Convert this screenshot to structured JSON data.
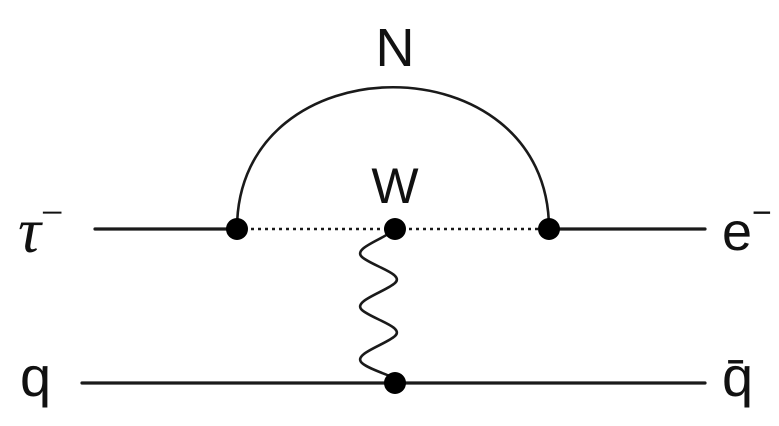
{
  "labels": {
    "incoming_lepton": "τ",
    "incoming_lepton_charge": "−",
    "outgoing_lepton": "e",
    "outgoing_lepton_charge": "−",
    "incoming_quark": "q",
    "outgoing_antiquark": "q̄",
    "heavy_neutrino": "N",
    "w_boson": "W"
  },
  "colors": {
    "line": "#1a1a1a",
    "vertex": "#000000",
    "background": "#ffffff"
  }
}
